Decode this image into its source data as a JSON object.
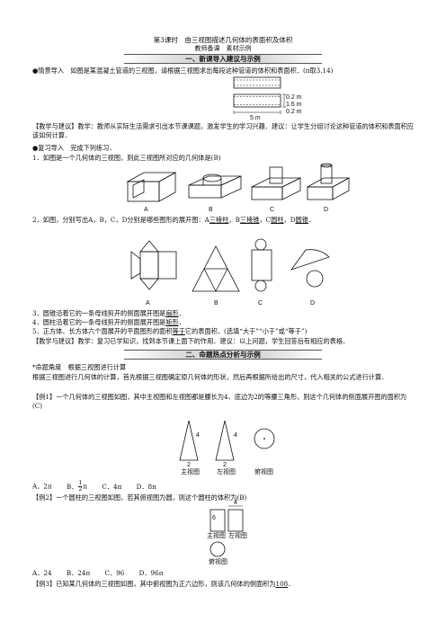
{
  "header": {
    "title": "第3课时　由三视图描述几何体的表面积及体积",
    "subtitle": "教师备课　素材示例"
  },
  "section1": {
    "title": "一、新课导入建议与示例"
  },
  "intro": {
    "line1": "●情景导入　如图是某混凝土管道的三视图，请根据三视图求出每段这种管道的体积和表面积．(π取3.14)",
    "dims": [
      "0.2 m",
      "1.6 m",
      "0.2 m"
    ],
    "length": "5 m",
    "advice": "【教学与建议】教学：教师从实际生活需求引出本节课课题，激发学生的学习兴趣．建议：让学生分组讨论这种管道的体积和表面积应该如何计算．"
  },
  "review": {
    "head": "●复习导入　完成下列练习．",
    "q1": "1．如图是一个几何体的三视图，则此三视图所对应的几何体是(B)",
    "q1_labels": [
      "A",
      "B",
      "C",
      "D"
    ],
    "q2_pre": "2．如图，分别写出A，B，C，D分别是哪些图形的展开图：A",
    "q2_a": "三棱柱",
    "q2_mid1": "，B",
    "q2_b": "三棱锥",
    "q2_mid2": "，C",
    "q2_c": "圆柱",
    "q2_mid3": "，D",
    "q2_d": "圆锥",
    "q2_end": "．",
    "q2_labels": [
      "A",
      "B",
      "C",
      "D"
    ],
    "q3_pre": "3．圆锥沿着它的一条母线剪开的侧面展开图是",
    "q3_ans": "扇形",
    "q4_pre": "4．圆柱沿着它的一条母线剪开的侧面展开图是",
    "q4_ans": "矩形",
    "q5_pre": "5．正方体、长方体六个面展开的平面图形的面积",
    "q5_ans": "等于",
    "q5_post": "它的表面积．(选填“大于”“小于”或“等于”)",
    "advice": "【教学与建议】教学：复习已学知识，找到本节课上面下的作用．建议：以上问题，学生回答后有相应的表格．"
  },
  "section2": {
    "title": "二、命题热点分析与示例"
  },
  "hot": {
    "angle": "*命题角度　根据三视图进行计算",
    "intro": "根据三视图进行几何体的计算，首先根据三视图确定原几何体的形状，然后再根据所给出的尺寸，代入相关的公式进行计算．",
    "ex1": "【例1】一个几何体的三视图如图，其中主视图和左视图都是腰长为4、底边为2的等腰三角形，则这个几何体的侧面展开图的面积为(C)",
    "ex1_fig_labels": [
      "主视图",
      "左视图",
      "俯视图"
    ],
    "ex1_nums": [
      "4",
      "4",
      "2",
      "2"
    ],
    "ex1_opts": [
      "A．2π",
      "B．",
      "π",
      "C．4π",
      "D．8π"
    ],
    "ex1_frac": [
      "1",
      "2"
    ],
    "ex2": "【例2】一个圆柱的三视图如图，若其俯视图为圆，则这个圆柱的体积为(B)",
    "ex2_fig_labels": [
      "主视图",
      "左视图",
      "俯视图"
    ],
    "ex2_nums": [
      "4",
      "6"
    ],
    "ex2_opts": [
      "A．24",
      "B．24π",
      "C．96",
      "D．96π"
    ],
    "ex3_pre": "【例3】已知某几何体的三视图如图，其中俯视图为正六边形，则该几何体的侧面积为",
    "ex3_ans": "108",
    "ex3_end": "．"
  }
}
